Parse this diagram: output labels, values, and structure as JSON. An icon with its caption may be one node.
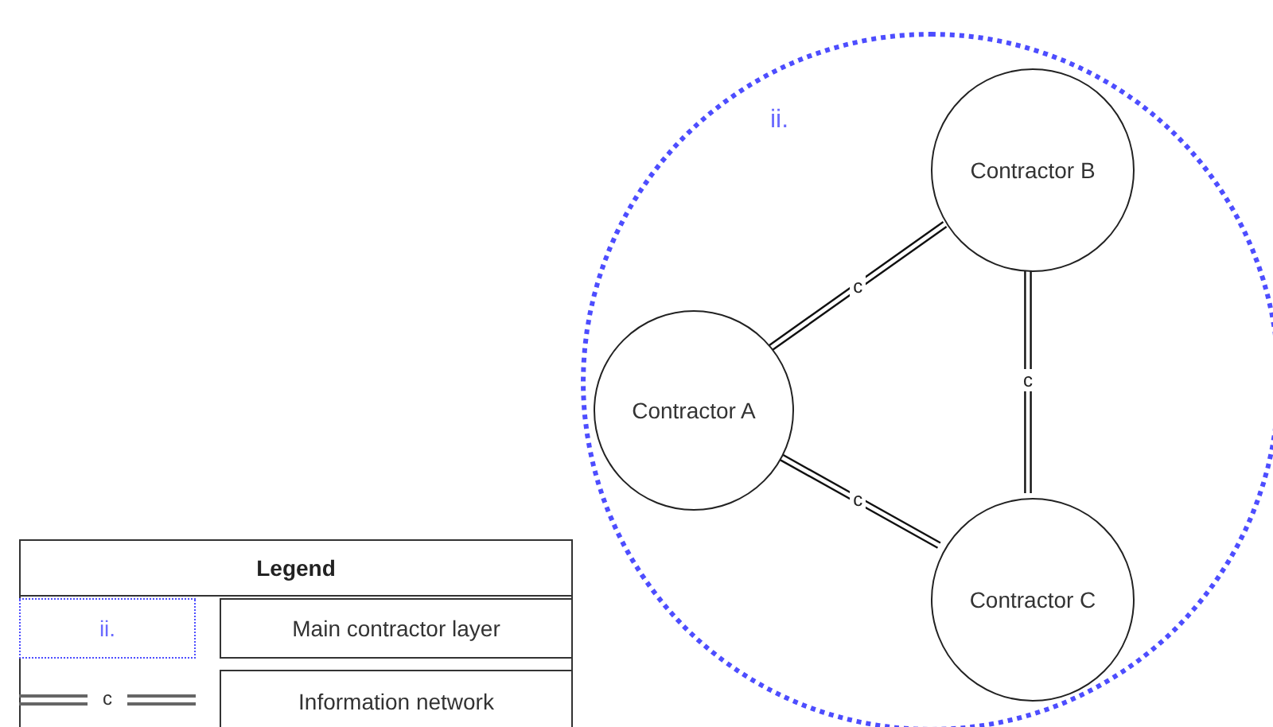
{
  "diagram": {
    "nodes": [
      {
        "text": [
          "ii."
        ]
      },
      {
        "text": [
          "Contractor B"
        ],
        "in": 0
      },
      {
        "text": [
          "Contractor A"
        ],
        "in": 0
      },
      {
        "text": [
          "Contractor C"
        ],
        "in": 0
      }
    ],
    "edges": [
      {
        "from": 2,
        "to": 1,
        "arrow": "none",
        "label": "c"
      },
      {
        "from": 1,
        "to": 3,
        "arrow": "none",
        "label": "c"
      },
      {
        "from": 2,
        "to": 3,
        "arrow": "none",
        "label": "c"
      }
    ],
    "labels": [
      "Legend",
      "ii.",
      "c"
    ],
    "legend": [
      {
        "text": "Main contractor layer"
      },
      {
        "text": "Information network"
      }
    ]
  }
}
